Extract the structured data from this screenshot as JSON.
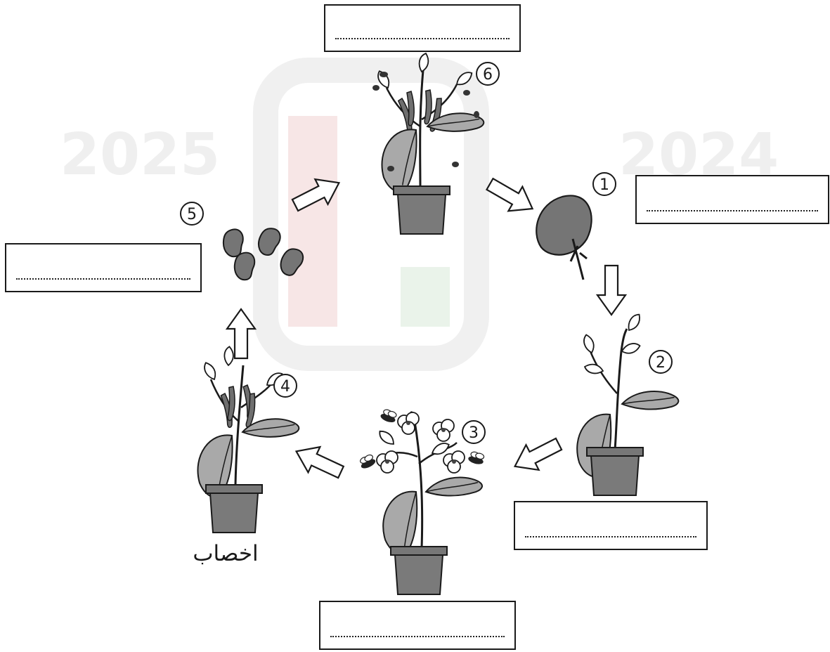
{
  "diagram": {
    "stage_numbers": [
      "1",
      "2",
      "3",
      "4",
      "5",
      "6"
    ],
    "stage_4_label": "اخصاب",
    "answer_placeholder": "................................................",
    "watermark_years": [
      "2025",
      "2024"
    ],
    "colors": {
      "leaf": "#a9a9a9",
      "leaf_dark": "#8c8c8c",
      "pot": "#7a7a7a",
      "seed": "#777777",
      "outline": "#1a1a1a",
      "watermark": "#efefef"
    }
  }
}
